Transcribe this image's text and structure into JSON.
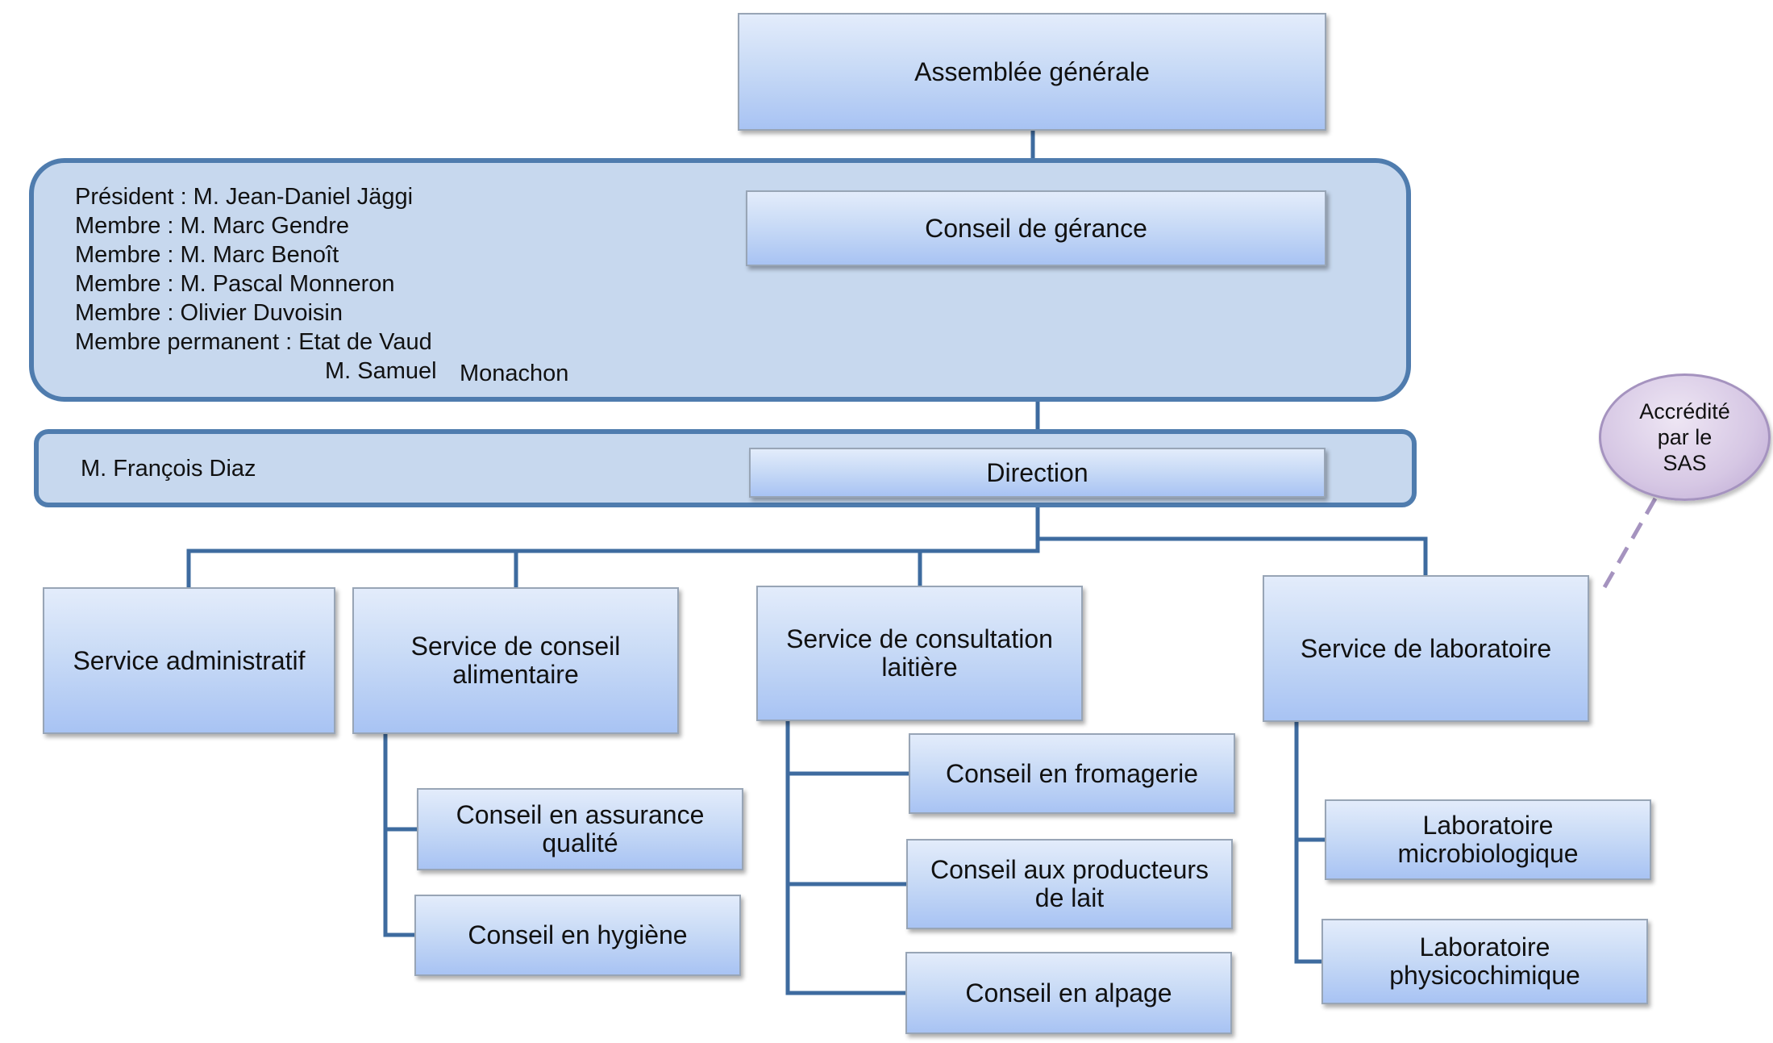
{
  "colors": {
    "connector": "#3e6b9f",
    "panel_fill": "#c7d8ee",
    "panel_border": "#4f7cae",
    "box_gradient_top": "#e3ecfb",
    "box_gradient_bottom": "#a8c3f3",
    "bubble_fill": "#d6c7e4",
    "dashed_link": "#a593bf"
  },
  "boxes": {
    "assemblee": "Assemblée générale",
    "conseil_gerance": "Conseil de gérance",
    "direction": "Direction",
    "svc_admin": "Service administratif",
    "svc_alim": "Service de conseil\nalimentaire",
    "svc_lait": "Service de consultation\nlaitière",
    "svc_labo": "Service de laboratoire",
    "assurance": "Conseil en assurance\nqualité",
    "hygiene": "Conseil en hygiène",
    "fromagerie": "Conseil en fromagerie",
    "producteurs": "Conseil aux producteurs\nde lait",
    "alpage": "Conseil en alpage",
    "microbio": "Laboratoire\nmicrobiologique",
    "physico": "Laboratoire\nphysicochimique"
  },
  "conseil_members": [
    "Président : M. Jean-Daniel Jäggi",
    "Membre : M. Marc Gendre",
    "Membre : M. Marc Benoît",
    "Membre : M. Pascal Monneron",
    "Membre : Olivier Duvoisin",
    "Membre permanent : Etat de Vaud"
  ],
  "conseil_last_line": {
    "first": "M. Samuel",
    "last": "Monachon"
  },
  "direction_person": "M. François Diaz",
  "accreditation_bubble": "Accrédité\npar le\nSAS"
}
